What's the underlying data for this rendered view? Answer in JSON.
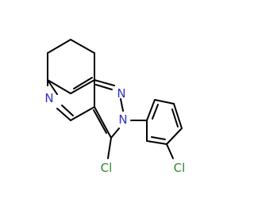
{
  "colors": {
    "background": "#ffffff",
    "bond": "#000000",
    "nitrogen": "#3232c8",
    "chlorine": "#2a8a2a"
  },
  "atoms": {
    "n_pyridine": "N",
    "n_pyrazole_1": "N",
    "n_pyrazole_2": "N",
    "cl_pyrazole": "Cl",
    "cl_phenyl": "Cl"
  }
}
